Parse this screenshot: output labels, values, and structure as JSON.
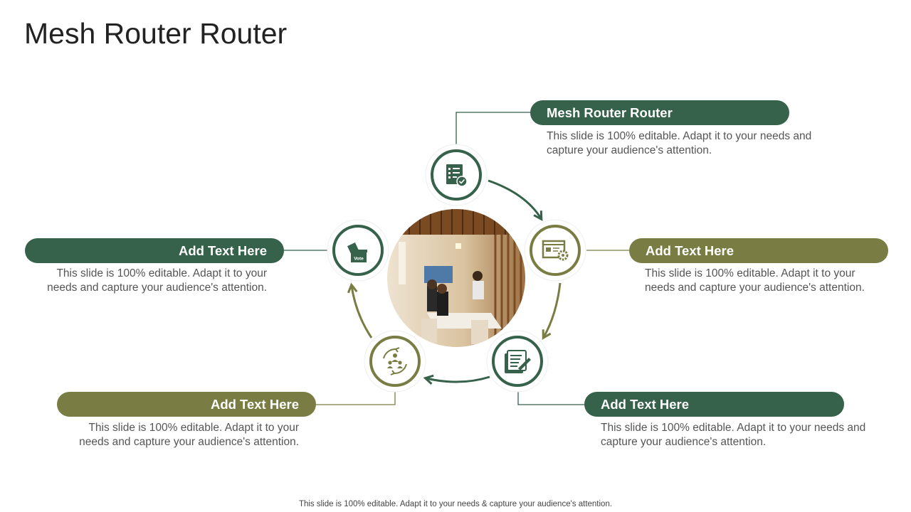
{
  "title": "Mesh Router Router",
  "colors": {
    "dark": "#36614a",
    "olive": "#7a7d43",
    "text": "#555555"
  },
  "steps": [
    {
      "heading": "Mesh Router Router",
      "text": "This slide is 100% editable. Adapt it to your needs and capture your audience's attention.",
      "icon": "checklist-shield-icon",
      "color": "dark"
    },
    {
      "heading": "Add Text Here",
      "text": "This slide is 100% editable. Adapt it to your needs and capture your audience's attention.",
      "icon": "web-settings-icon",
      "color": "olive"
    },
    {
      "heading": "Add Text Here",
      "text": "This slide is 100% editable. Adapt it to your needs and capture your audience's attention.",
      "icon": "documents-pen-icon",
      "color": "dark"
    },
    {
      "heading": "Add Text Here",
      "text": "This slide is 100% editable. Adapt it to your needs and capture your audience's attention.",
      "icon": "team-cycle-icon",
      "color": "olive"
    },
    {
      "heading": "Add Text Here",
      "text": "This slide is 100% editable. Adapt it to your needs and capture your audience's attention.",
      "icon": "ballot-box-icon",
      "color": "dark",
      "icon_label": "Vote"
    }
  ],
  "center_image": "meeting-room-photo",
  "footer": "This slide is 100% editable. Adapt it to your needs & capture your audience's attention."
}
